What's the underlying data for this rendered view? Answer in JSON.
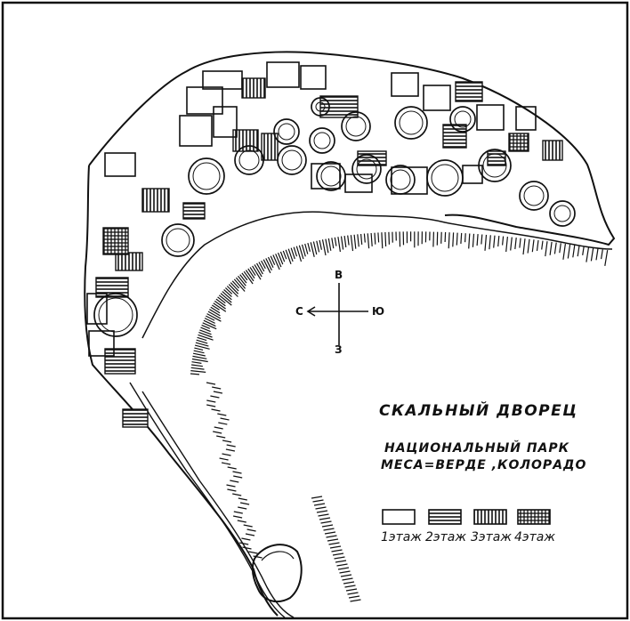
{
  "map": {
    "title": "СКАЛЬНЫЙ ДВОРЕЦ",
    "subtitle_line1": "НАЦИОНАЛЬНЫЙ ПАРК",
    "subtitle_line2": "МЕСА=ВЕРДЕ ,КОЛОРАДО"
  },
  "compass": {
    "north": "С",
    "south": "Ю",
    "east": "В",
    "west": "З"
  },
  "legend": [
    {
      "label": "1этаж",
      "pattern": "none"
    },
    {
      "label": "2этаж",
      "pattern": "horizontal"
    },
    {
      "label": "3этаж",
      "pattern": "vertical"
    },
    {
      "label": "4этаж",
      "pattern": "crosshatch"
    }
  ],
  "colors": {
    "ink": "#111111",
    "paper": "#ffffff"
  }
}
